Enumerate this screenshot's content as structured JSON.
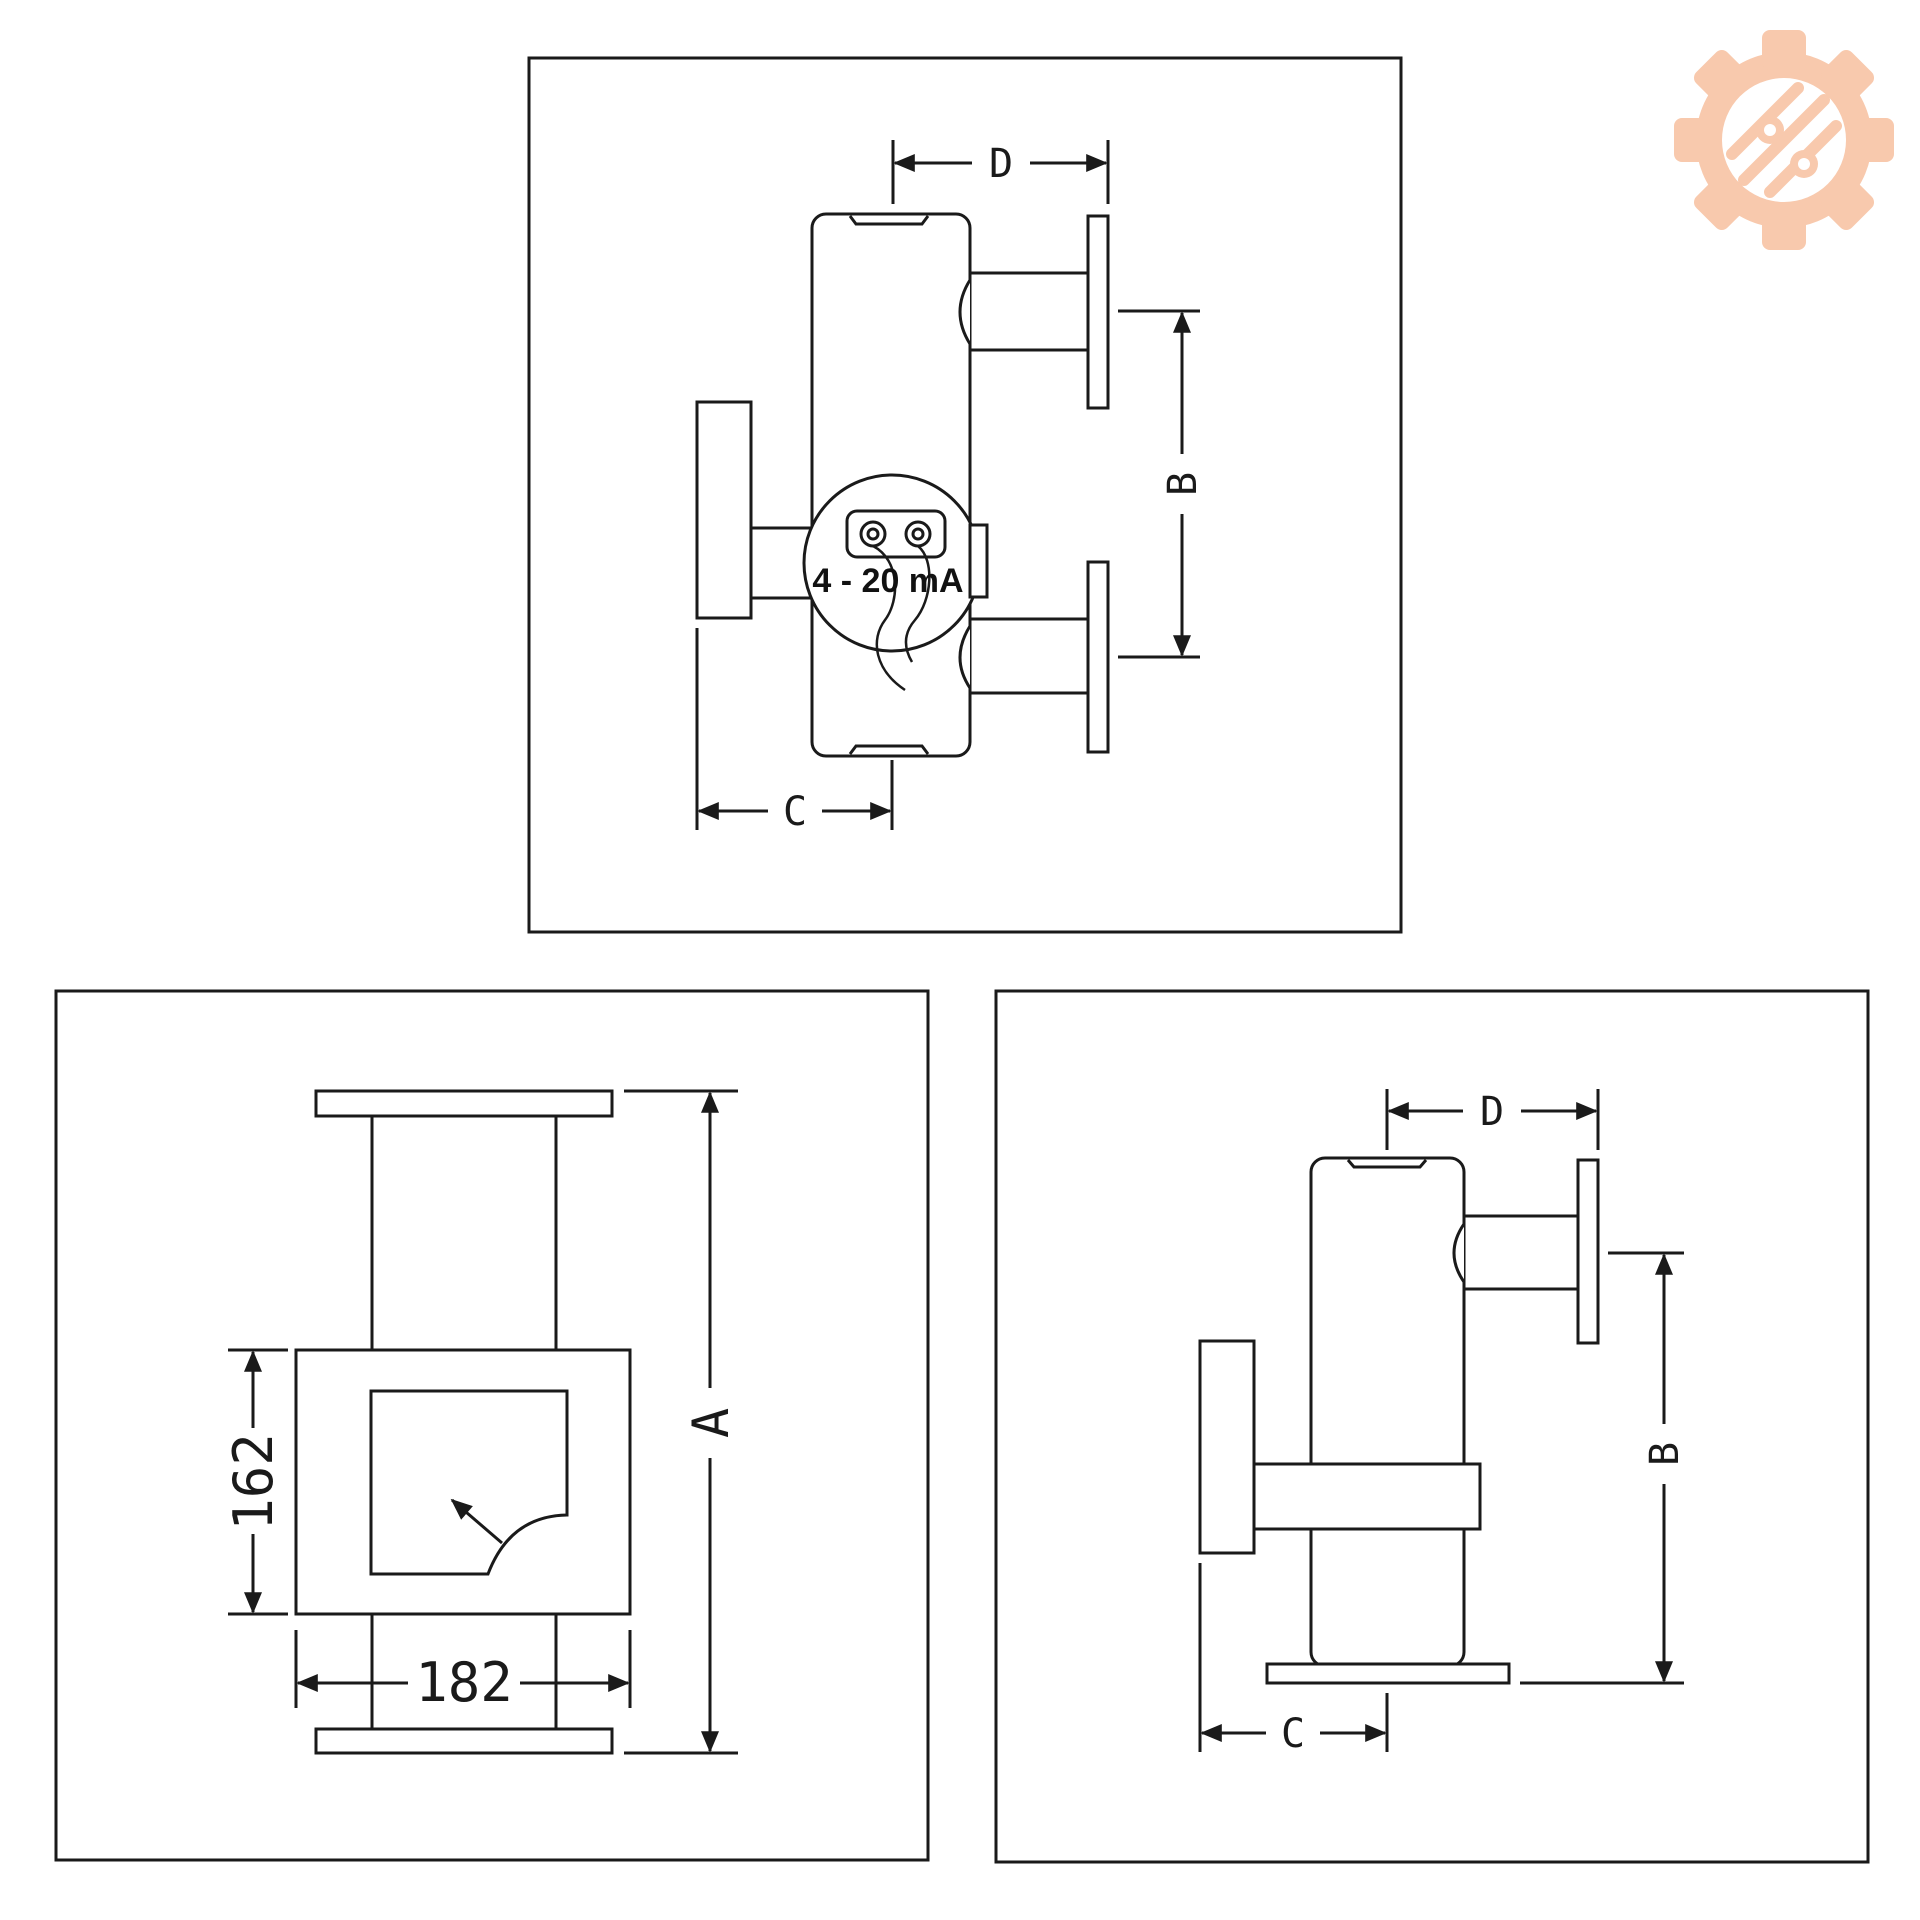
{
  "colors": {
    "ink": "#1a1a1a",
    "background": "#ffffff",
    "logo": "#f8c9ad"
  },
  "logo": {
    "icon": "gear-circuit-logo-icon"
  },
  "views": {
    "top": {
      "dims": {
        "d": "D",
        "b": "B",
        "c": "C"
      },
      "signal_label": "4 - 20 mA"
    },
    "front": {
      "dims": {
        "height": "162",
        "width": "182",
        "a": "A"
      }
    },
    "side": {
      "dims": {
        "d": "D",
        "b": "B",
        "c": "C"
      }
    }
  }
}
